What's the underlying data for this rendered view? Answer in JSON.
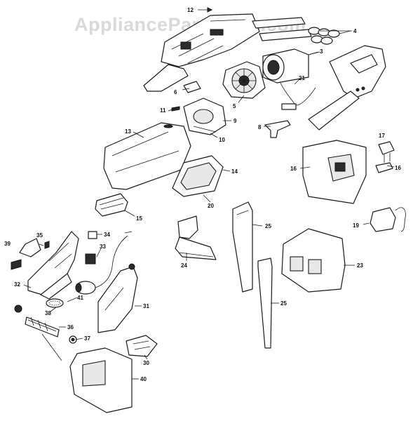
{
  "watermark": "AppliancePartsPros.com",
  "callouts": {
    "c12": "12",
    "c4": "4",
    "c3": "3",
    "c6": "6",
    "c5": "5",
    "c21": "21",
    "c11": "11",
    "c9": "9",
    "c10": "10",
    "c8": "8",
    "c13": "13",
    "c17": "17",
    "c16a": "16",
    "c16b": "16",
    "c14": "14",
    "c20": "20",
    "c15": "15",
    "c19": "19",
    "c25a": "25",
    "c25b": "25",
    "c34": "34",
    "c35": "35",
    "c39": "39",
    "c33": "33",
    "c24": "24",
    "c23": "23",
    "c32": "32",
    "c41": "41",
    "c31": "31",
    "c38": "38",
    "c36": "36",
    "c37": "37",
    "c30": "30",
    "c40": "40"
  }
}
